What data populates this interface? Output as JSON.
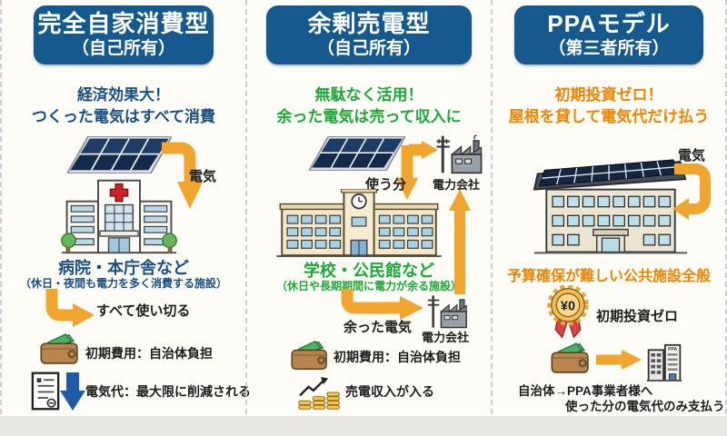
{
  "colors": {
    "header_bg": "#15598f",
    "header_text": "#ffffff",
    "navy_accent": "#1a4f82",
    "green_accent": "#1fa83a",
    "orange_accent": "#f08300",
    "flow_arrow": "#f0a62e",
    "reduce_arrow_blue": "#1e5ca8",
    "separator": "#c6d0d6"
  },
  "icon_names": [
    "solar-panel-icon",
    "hospital-icon",
    "school-icon",
    "office-building-icon",
    "power-company-icon",
    "wallet-icon",
    "bill-icon",
    "coins-growth-icon",
    "medal-icon",
    "ppa-operator-building-icon",
    "electricity-arrow",
    "surplus-arrow",
    "sell-arrow",
    "reduce-arrow"
  ],
  "columns": [
    {
      "id": "full-self-consumption",
      "header": {
        "title": "完全自家消費型",
        "ownership": "（自己所有）"
      },
      "tagline": {
        "line1": "経済効果大！",
        "line2": "つくった電気はすべて消費"
      },
      "electricity_label": "電気",
      "facility": {
        "name": "病院・本庁舎など",
        "note": "（休日・夜間も電力を多く消費する施設）"
      },
      "flow_label": "すべて使い切る",
      "cost_label": "初期費用：自治体負担",
      "bill_label": "電気代：最大限に削減される"
    },
    {
      "id": "surplus-power-sale",
      "header": {
        "title": "余剰売電型",
        "ownership": "（自己所有）"
      },
      "tagline": {
        "line1": "無駄なく活用！",
        "line2": "余った電気は売って収入に"
      },
      "use_label": "使う分",
      "power_company_top": "電力会社",
      "facility": {
        "name": "学校・公民館など",
        "note": "（休日や長期期間に電力が余る施設）"
      },
      "surplus_label": "余った電気",
      "power_company_bottom": "電力会社",
      "cost_label": "初期費用：自治体負担",
      "income_label": "売電収入が入る"
    },
    {
      "id": "ppa-model",
      "header": {
        "title": "PPAモデル",
        "ownership": "（第三者所有）"
      },
      "tagline": {
        "line1": "初期投資ゼロ！",
        "line2": "屋根を貸して電気代だけ払う"
      },
      "electricity_label": "電気",
      "facility": {
        "name": "予算確保が難しい公共施設全般"
      },
      "medal": {
        "value": "¥0",
        "label": "初期投資ゼロ"
      },
      "payment": {
        "line1": "自治体→PPA事業者様へ",
        "line2": "使った分の電気代のみ支払う"
      },
      "ppa_label": "PPA"
    }
  ]
}
